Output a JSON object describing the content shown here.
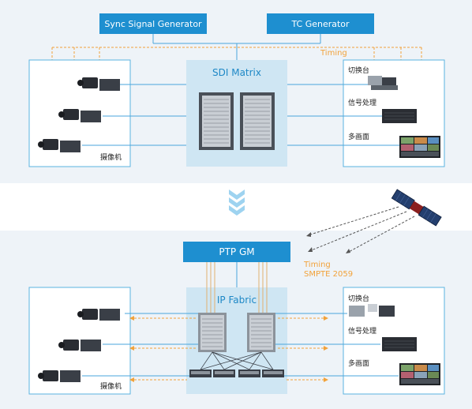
{
  "top": {
    "sync_generator": "Sync Signal Generator",
    "tc_generator": "TC Generator",
    "timing_label": "Timing",
    "sdi_matrix": "SDI Matrix",
    "camera_group_label": "摄像机",
    "right_items": [
      "切换台",
      "信号处理",
      "多画面"
    ]
  },
  "bottom": {
    "ptp_gm": "PTP GM",
    "timing_label": "Timing",
    "smpte_label": "SMPTE 2059",
    "ip_fabric": "IP Fabric",
    "camera_group_label": "摄像机",
    "right_items": [
      "切换台",
      "信号处理",
      "多画面"
    ]
  },
  "colors": {
    "band": "#eef3f8",
    "panel_border": "#5bb3e0",
    "blue_box": "#1e8fd0",
    "matrix_fill": "#cfe6f3",
    "line_blue": "#4aa6dc",
    "timing_orange": "#f2a23a",
    "ptp_line": "#e0b070"
  }
}
